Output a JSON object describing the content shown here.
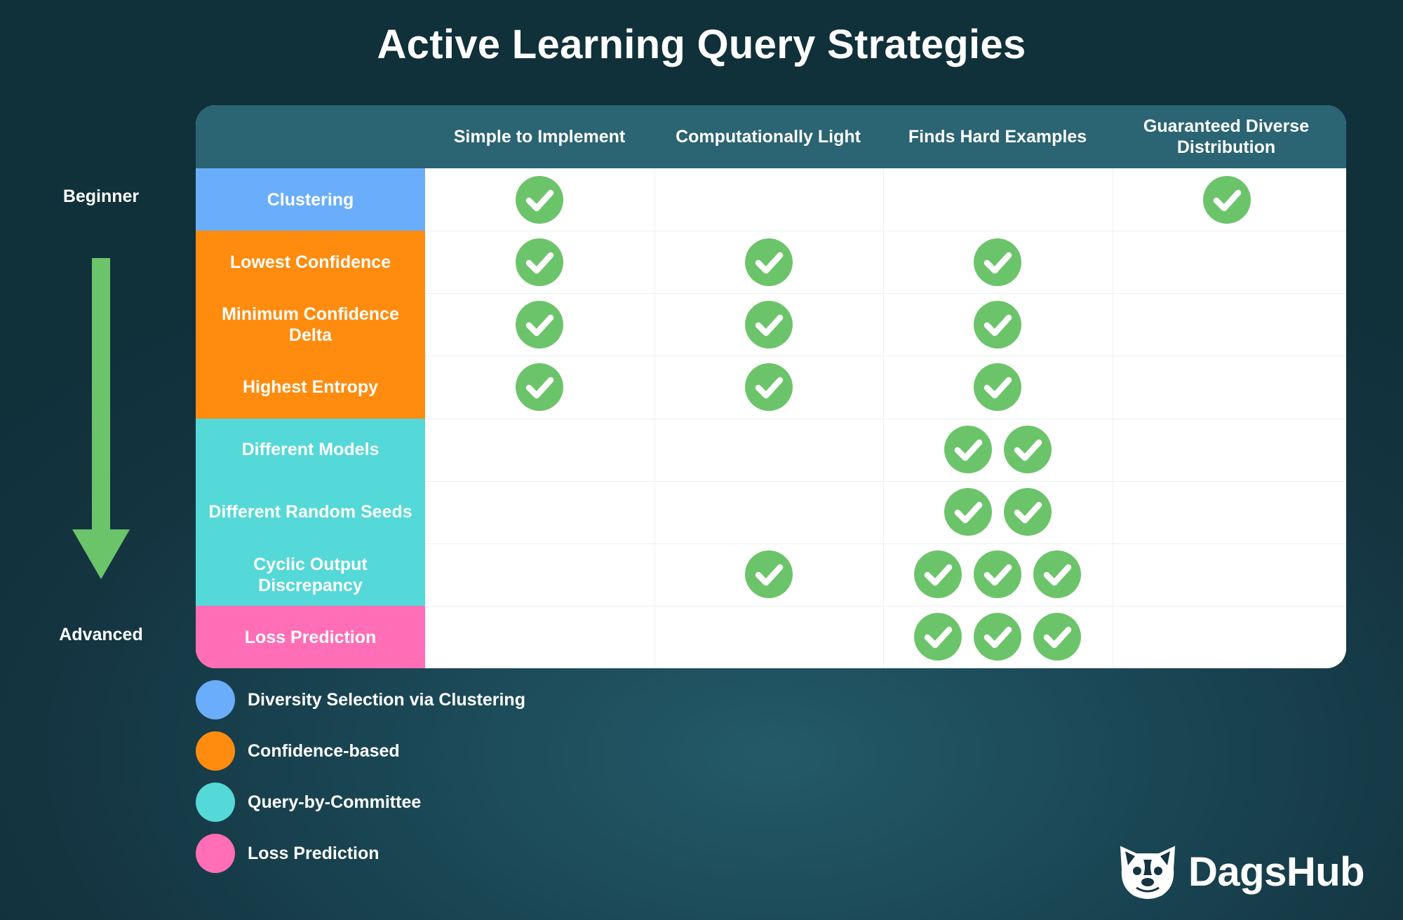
{
  "title": "Active Learning Query Strategies",
  "columns": [
    "Simple to Implement",
    "Computationally Light",
    "Finds Hard Examples",
    "Guaranteed Diverse Distribution"
  ],
  "rows": [
    {
      "label": "Clustering",
      "category": "diversity",
      "checks": [
        1,
        0,
        0,
        1
      ]
    },
    {
      "label": "Lowest Confidence",
      "category": "confidence",
      "checks": [
        1,
        1,
        1,
        0
      ]
    },
    {
      "label": "Minimum Confidence Delta",
      "category": "confidence",
      "checks": [
        1,
        1,
        1,
        0
      ]
    },
    {
      "label": "Highest Entropy",
      "category": "confidence",
      "checks": [
        1,
        1,
        1,
        0
      ]
    },
    {
      "label": "Different Models",
      "category": "committee",
      "checks": [
        0,
        0,
        2,
        0
      ]
    },
    {
      "label": "Different Random Seeds",
      "category": "committee",
      "checks": [
        0,
        0,
        2,
        0
      ]
    },
    {
      "label": "Cyclic Output Discrepancy",
      "category": "committee",
      "checks": [
        0,
        1,
        3,
        0
      ]
    },
    {
      "label": "Loss Prediction",
      "category": "loss",
      "checks": [
        0,
        0,
        3,
        0
      ]
    }
  ],
  "levels": {
    "top": "Beginner",
    "bottom": "Advanced"
  },
  "legend": [
    {
      "key": "diversity",
      "label": "Diversity Selection via Clustering",
      "color": "#6aaefb"
    },
    {
      "key": "confidence",
      "label": "Confidence-based",
      "color": "#ff8c0f"
    },
    {
      "key": "committee",
      "label": "Query-by-Committee",
      "color": "#55d8d8"
    },
    {
      "key": "loss",
      "label": "Loss Prediction",
      "color": "#ff6eb6"
    }
  ],
  "colors": {
    "check_fill": "#6cc46a",
    "arrow": "#6cc46a",
    "header_bg": "#2b6472"
  },
  "icons": {
    "check": "check-circle-icon",
    "arrow": "arrow-down-icon",
    "logo": "dog-face-icon"
  },
  "brand": "DagsHub"
}
